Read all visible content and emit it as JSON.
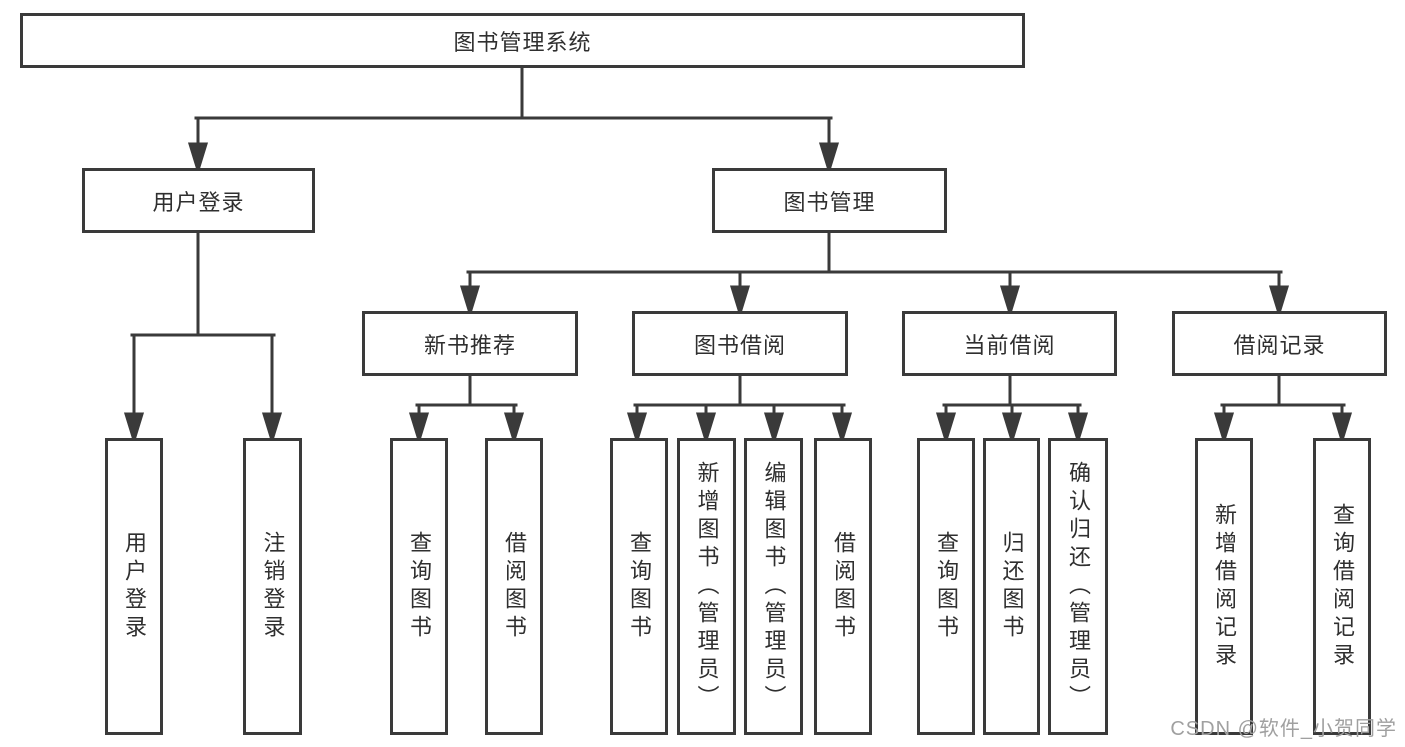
{
  "colors": {
    "background": "#ffffff",
    "box_border": "#3a3a3a",
    "line": "#3a3a3a",
    "text": "#2f2f2f",
    "watermark": "#a0a0a0"
  },
  "watermark": "CSDN @软件_小贺同学",
  "tree": {
    "label": "图书管理系统",
    "children": [
      {
        "label": "用户登录",
        "children": [
          {
            "label": "用户登录"
          },
          {
            "label": "注销登录"
          }
        ]
      },
      {
        "label": "图书管理",
        "children": [
          {
            "label": "新书推荐",
            "children": [
              {
                "label": "查询图书"
              },
              {
                "label": "借阅图书"
              }
            ]
          },
          {
            "label": "图书借阅",
            "children": [
              {
                "label": "查询图书"
              },
              {
                "label": "新增图书（管理员）"
              },
              {
                "label": "编辑图书（管理员）"
              },
              {
                "label": "借阅图书"
              }
            ]
          },
          {
            "label": "当前借阅",
            "children": [
              {
                "label": "查询图书"
              },
              {
                "label": "归还图书"
              },
              {
                "label": "确认归还（管理员）"
              }
            ]
          },
          {
            "label": "借阅记录",
            "children": [
              {
                "label": "新增借阅记录"
              },
              {
                "label": "查询借阅记录"
              }
            ]
          }
        ]
      }
    ]
  }
}
